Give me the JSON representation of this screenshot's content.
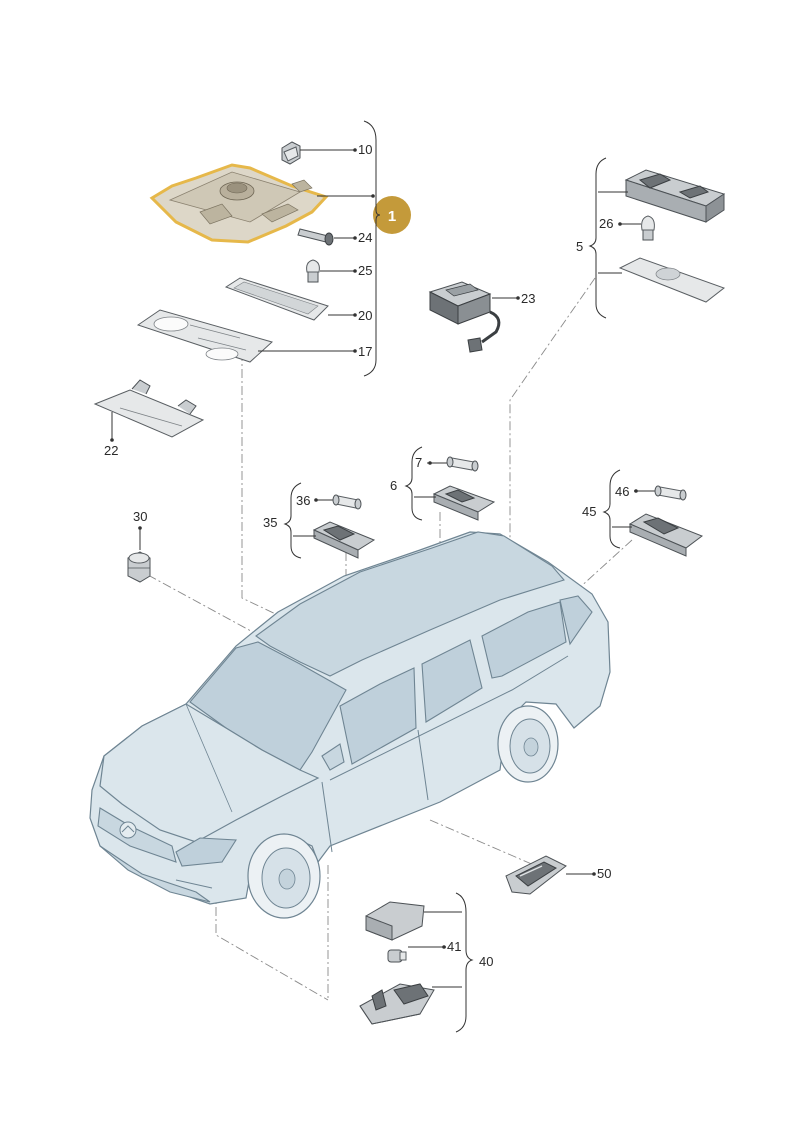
{
  "badge": {
    "label": "1",
    "color": "#c49a3a"
  },
  "highlight_color": "#e6b84a",
  "labels": {
    "p10": "10",
    "p24": "24",
    "p25": "25",
    "p20": "20",
    "p17": "17",
    "p22": "22",
    "p23": "23",
    "p26": "26",
    "p5": "5",
    "p7": "7",
    "p6": "6",
    "p36": "36",
    "p35": "35",
    "p30": "30",
    "p46": "46",
    "p45": "45",
    "p50": "50",
    "p41": "41",
    "p40": "40"
  }
}
